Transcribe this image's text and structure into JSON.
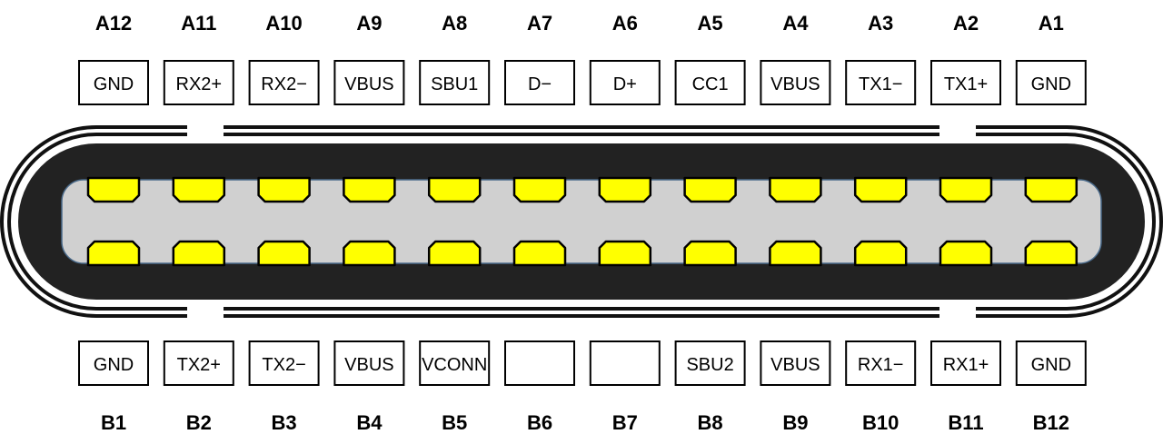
{
  "connector": "USB Type-C receptacle pinout",
  "colors": {
    "contact_fill": "#ffff00",
    "contact_outline": "#000000",
    "tongue": "#d0d0d0",
    "shell": "#222222",
    "background": "#ffffff"
  },
  "top_row": [
    {
      "pin": "A12",
      "signal": "GND"
    },
    {
      "pin": "A11",
      "signal": "RX2+"
    },
    {
      "pin": "A10",
      "signal": "RX2−"
    },
    {
      "pin": "A9",
      "signal": "VBUS"
    },
    {
      "pin": "A8",
      "signal": "SBU1"
    },
    {
      "pin": "A7",
      "signal": "D−"
    },
    {
      "pin": "A6",
      "signal": "D+"
    },
    {
      "pin": "A5",
      "signal": "CC1"
    },
    {
      "pin": "A4",
      "signal": "VBUS"
    },
    {
      "pin": "A3",
      "signal": "TX1−"
    },
    {
      "pin": "A2",
      "signal": "TX1+"
    },
    {
      "pin": "A1",
      "signal": "GND"
    }
  ],
  "bottom_row": [
    {
      "pin": "B1",
      "signal": "GND"
    },
    {
      "pin": "B2",
      "signal": "TX2+"
    },
    {
      "pin": "B3",
      "signal": "TX2−"
    },
    {
      "pin": "B4",
      "signal": "VBUS"
    },
    {
      "pin": "B5",
      "signal": "VCONN"
    },
    {
      "pin": "B6",
      "signal": ""
    },
    {
      "pin": "B7",
      "signal": ""
    },
    {
      "pin": "B8",
      "signal": "SBU2"
    },
    {
      "pin": "B9",
      "signal": "VBUS"
    },
    {
      "pin": "B10",
      "signal": "RX1−"
    },
    {
      "pin": "B11",
      "signal": "RX1+"
    },
    {
      "pin": "B12",
      "signal": "GND"
    }
  ]
}
